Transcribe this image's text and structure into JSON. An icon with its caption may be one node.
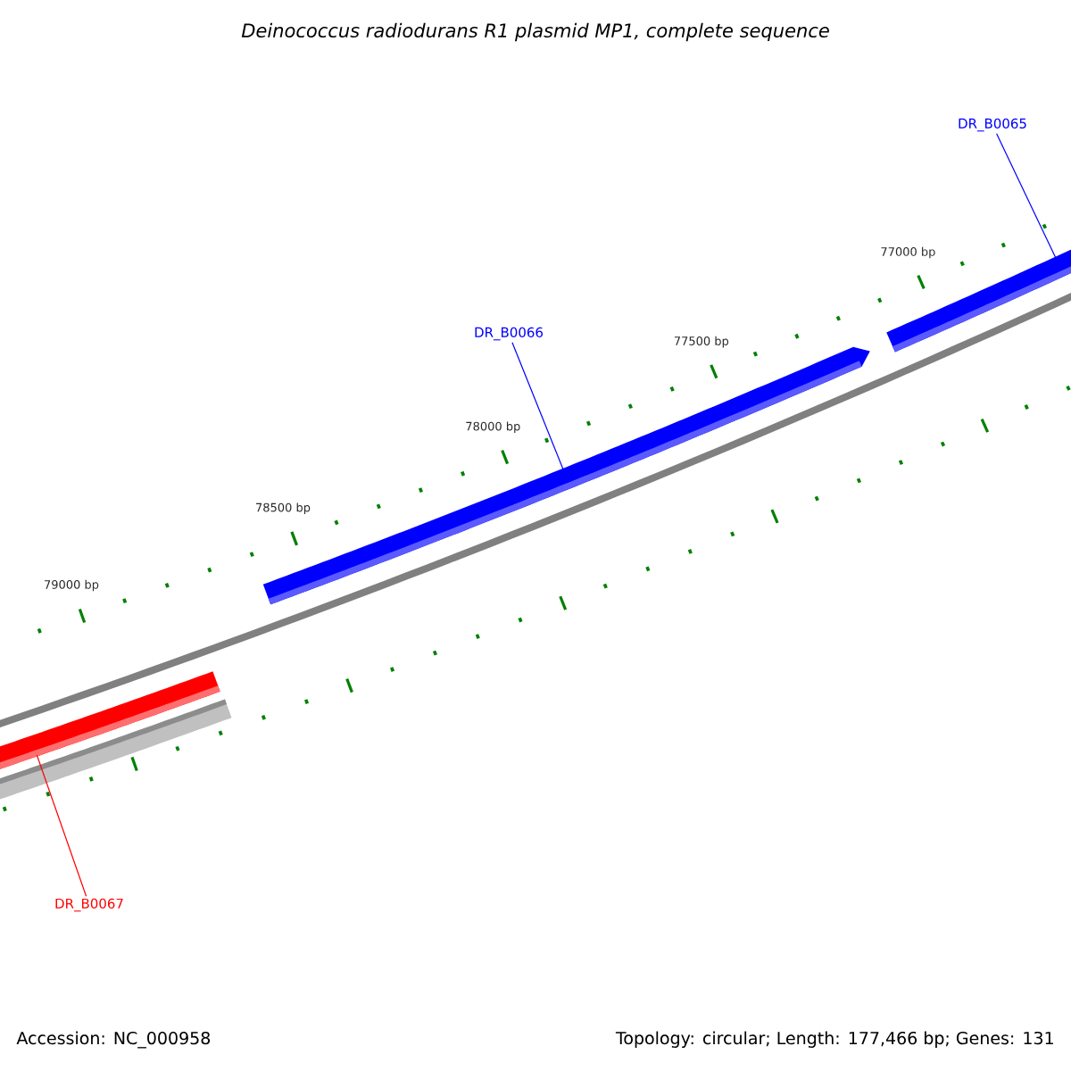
{
  "diagram": {
    "title": "Deinococcus radiodurans R1 plasmid MP1, complete sequence",
    "nodes": [
      {
        "text": [
          "DR_B0065"
        ]
      },
      {
        "text": [],
        "shape": "bar"
      },
      {
        "text": [
          "DR_B0066"
        ]
      },
      {
        "text": [],
        "shape": "bar"
      },
      {
        "text": [],
        "shape": "bar"
      },
      {
        "text": [
          "DR_B0067"
        ]
      }
    ],
    "edges": [
      {
        "from": 0,
        "to": 1,
        "arrow": "none"
      },
      {
        "from": 2,
        "to": 3,
        "arrow": "none"
      },
      {
        "from": 5,
        "to": 4,
        "arrow": "none",
        "color": "#ff0000"
      }
    ],
    "labels": [
      "77000 bp",
      "77500 bp",
      "78000 bp",
      "78500 bp",
      "79000 bp",
      "Accession: NC_000958",
      "Topology: circular; Length: 177,466 bp; Genes: 131"
    ]
  }
}
